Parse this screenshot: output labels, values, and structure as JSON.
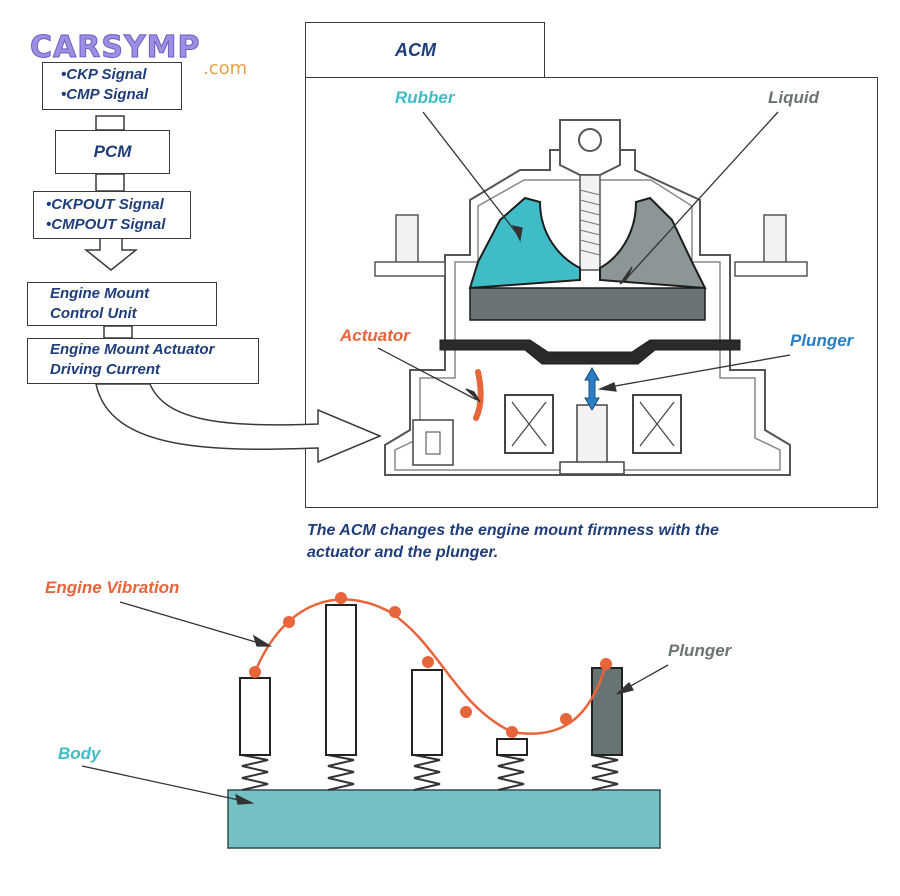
{
  "logo": {
    "main": "CARSYMP",
    "suffix": ".com"
  },
  "flow": {
    "box1": [
      "•CKP Signal",
      "•CMP Signal"
    ],
    "box2": "PCM",
    "box3": [
      "•CKPOUT Signal",
      "•CMPOUT Signal"
    ],
    "box4": [
      "Engine Mount",
      "Control Unit"
    ],
    "box5": [
      "Engine Mount Actuator",
      "Driving Current"
    ]
  },
  "acm": {
    "title": "ACM",
    "labels": {
      "rubber": "Rubber",
      "liquid": "Liquid",
      "actuator": "Actuator",
      "plunger": "Plunger"
    }
  },
  "caption": [
    "The ACM changes the engine mount firmness with the",
    "actuator and the plunger."
  ],
  "bottom": {
    "vibration": "Engine Vibration",
    "plunger": "Plunger",
    "body": "Body"
  },
  "colors": {
    "navy": "#1f3d7a",
    "orange": "#e8643a",
    "teal": "#3fbcc6",
    "body_teal": "#74c0c4",
    "grey": "#6b7474"
  }
}
